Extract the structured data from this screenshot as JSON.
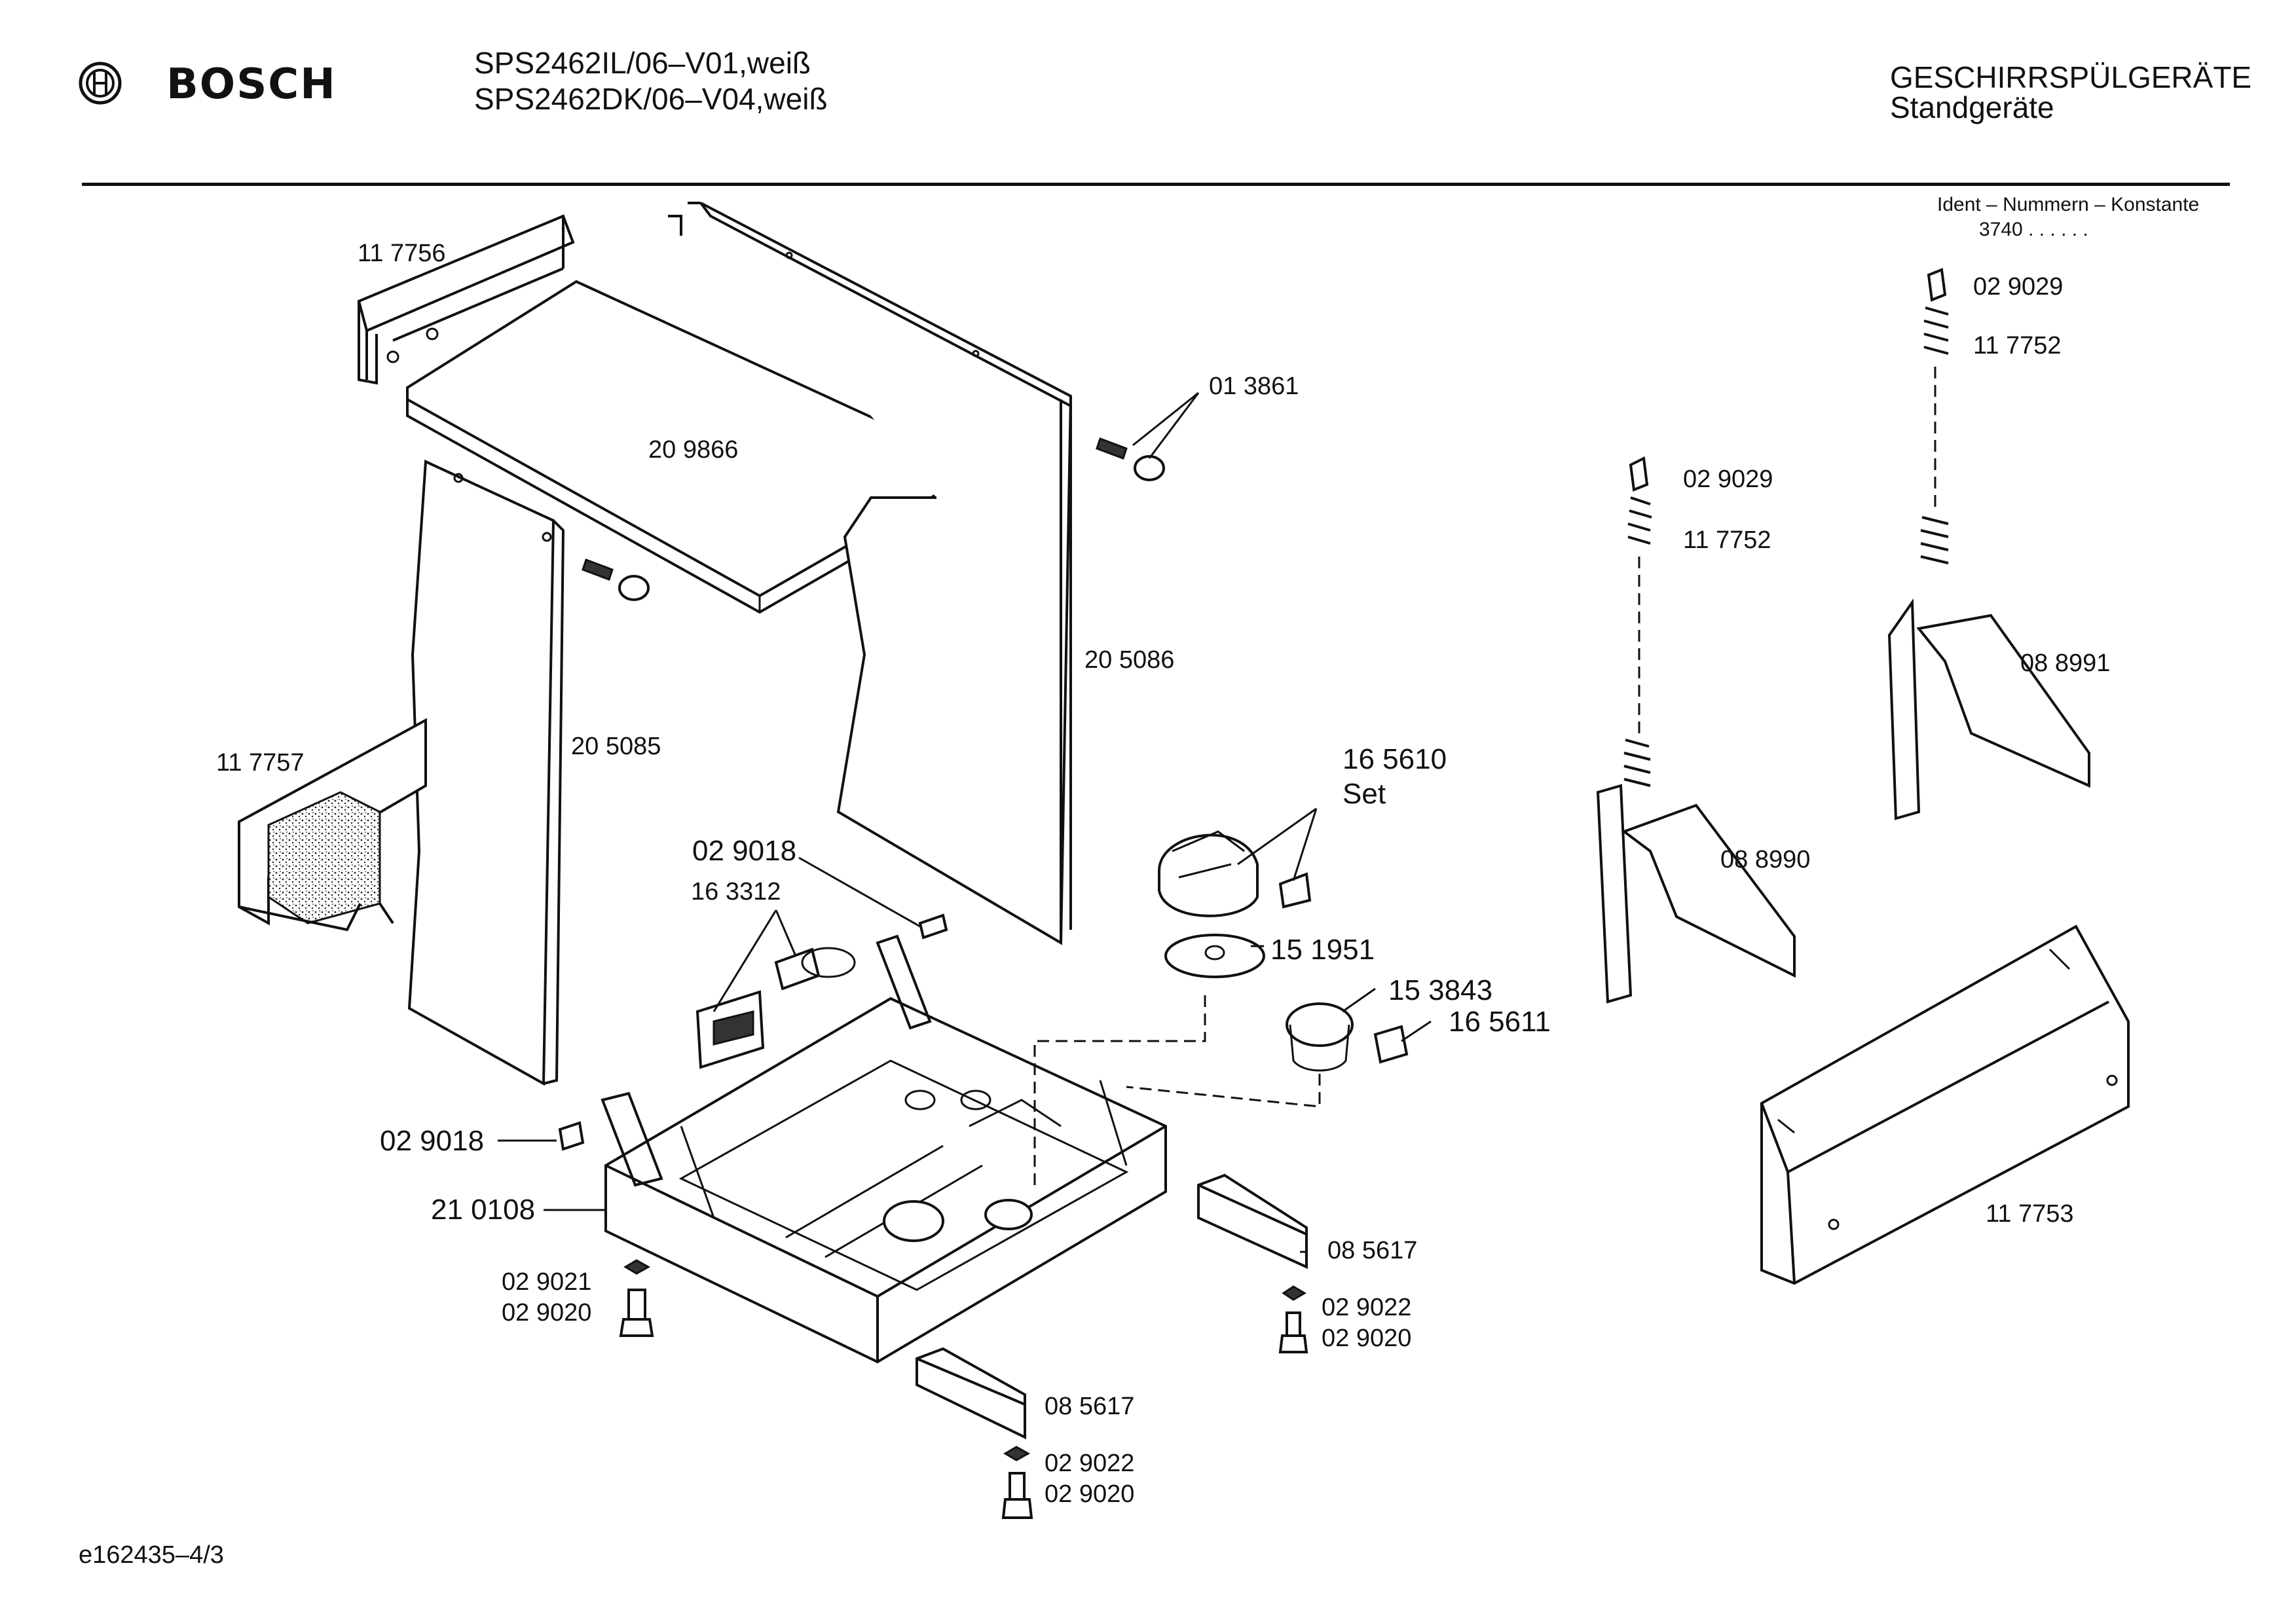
{
  "header": {
    "brand": "BOSCH",
    "models": [
      "SPS2462IL/06–V01,weiß",
      "SPS2462DK/06–V04,weiß"
    ],
    "category": "GESCHIRRSPÜLGERÄTE",
    "subcategory": "Standgeräte",
    "ident_label": "Ident – Nummern – Konstante",
    "ident_value": "3740  .  .    .  .  .  ."
  },
  "footer": {
    "drawing_id": "e162435–4/3"
  },
  "parts": [
    {
      "id": "117756",
      "label": "11 7756"
    },
    {
      "id": "209866",
      "label": "20 9866"
    },
    {
      "id": "013861",
      "label": "01 3861"
    },
    {
      "id": "205086",
      "label": "20 5086"
    },
    {
      "id": "205085",
      "label": "20 5085"
    },
    {
      "id": "117757",
      "label": "11 7757"
    },
    {
      "id": "165610",
      "label": "16 5610"
    },
    {
      "id": "set",
      "label": "Set"
    },
    {
      "id": "029018a",
      "label": "02 9018"
    },
    {
      "id": "163312",
      "label": "16 3312"
    },
    {
      "id": "151951",
      "label": "15 1951"
    },
    {
      "id": "153843",
      "label": "15 3843"
    },
    {
      "id": "165611",
      "label": "16 5611"
    },
    {
      "id": "029018b",
      "label": "02 9018"
    },
    {
      "id": "210108",
      "label": "21 0108"
    },
    {
      "id": "029021",
      "label": "02 9021"
    },
    {
      "id": "029020a",
      "label": "02 9020"
    },
    {
      "id": "085617a",
      "label": "08 5617"
    },
    {
      "id": "029022a",
      "label": "02 9022"
    },
    {
      "id": "029020b",
      "label": "02 9020"
    },
    {
      "id": "085617b",
      "label": "08 5617"
    },
    {
      "id": "029022b",
      "label": "02 9022"
    },
    {
      "id": "029020c",
      "label": "02 9020"
    },
    {
      "id": "029029a",
      "label": "02 9029"
    },
    {
      "id": "117752a",
      "label": "11 7752"
    },
    {
      "id": "088991",
      "label": "08 8991"
    },
    {
      "id": "029029b",
      "label": "02 9029"
    },
    {
      "id": "117752b",
      "label": "11 7752"
    },
    {
      "id": "088990",
      "label": "08 8990"
    },
    {
      "id": "117753",
      "label": "11 7753"
    }
  ]
}
